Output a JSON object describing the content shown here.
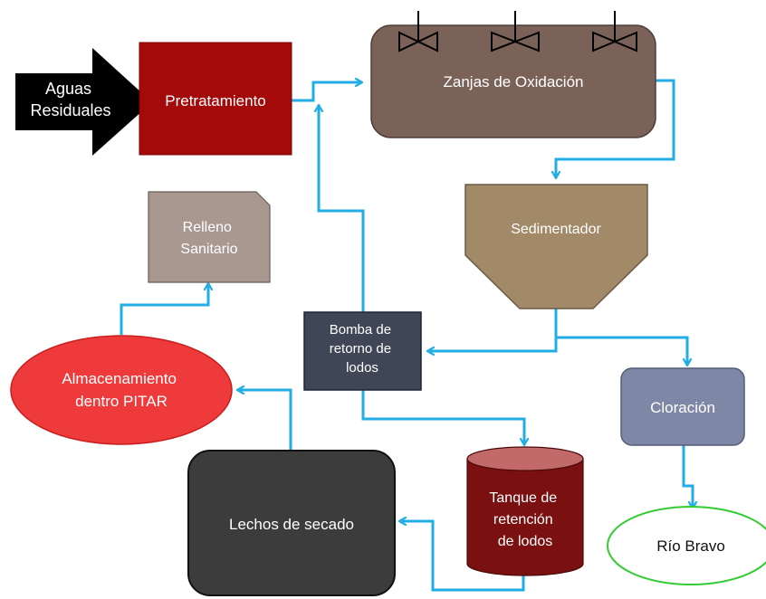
{
  "nodes": {
    "aguas_residuales": {
      "lines": [
        "Aguas",
        "Residuales"
      ],
      "color": "#000000",
      "text_color": "#ffffff"
    },
    "pretratamiento": {
      "lines": [
        "Pretratamiento"
      ],
      "color": "#a50a0a",
      "text_color": "#ffffff"
    },
    "zanjas_oxidacion": {
      "lines": [
        "Zanjas de Oxidación"
      ],
      "color": "#7a6258",
      "text_color": "#ffffff"
    },
    "sedimentador": {
      "lines": [
        "Sedimentador"
      ],
      "color": "#a28a68",
      "text_color": "#ffffff"
    },
    "bomba_retorno": {
      "lines": [
        "Bomba de",
        "retorno de",
        "lodos"
      ],
      "color": "#3f4756",
      "text_color": "#ffffff"
    },
    "relleno_sanitario": {
      "lines": [
        "Relleno",
        "Sanitario"
      ],
      "color": "#a89890",
      "text_color": "#ffffff"
    },
    "almacenamiento": {
      "lines": [
        "Almacenamiento",
        "dentro PITAR"
      ],
      "color": "#ee3a3a",
      "text_color": "#ffffff"
    },
    "cloracion": {
      "lines": [
        "Cloración"
      ],
      "color": "#7e88a6",
      "text_color": "#ffffff"
    },
    "tanque_retencion": {
      "lines": [
        "Tanque de",
        "retención",
        "de lodos"
      ],
      "color": "#7a1010",
      "text_color": "#ffffff"
    },
    "lechos_secado": {
      "lines": [
        "Lechos de secado"
      ],
      "color": "#3c3c3c",
      "text_color": "#ffffff"
    },
    "rio_bravo": {
      "lines": [
        "Río Bravo"
      ],
      "color": "#ffffff",
      "border": "#33cc33",
      "text_color": "#111111"
    }
  },
  "valve_icons": [
    "valve-icon",
    "valve-icon",
    "valve-icon"
  ],
  "flow_color": "#20aee4"
}
